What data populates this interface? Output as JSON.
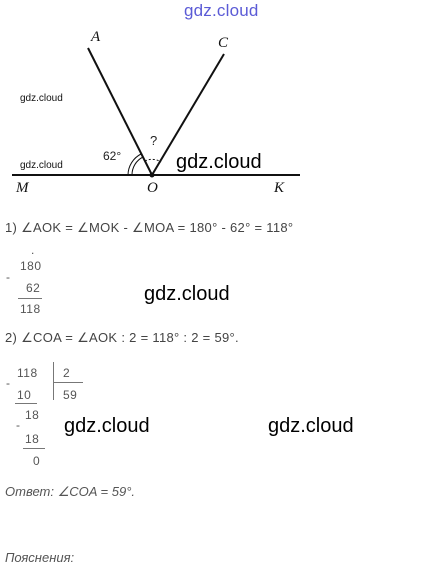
{
  "watermarks": {
    "top": "gdz.cloud",
    "small_1": "gdz.cloud",
    "small_2": "gdz.cloud",
    "big_1": "gdz.cloud",
    "big_2": "gdz.cloud",
    "big_3": "gdz.cloud",
    "big_4": "gdz.cloud"
  },
  "diagram": {
    "labels": {
      "A": "A",
      "C": "C",
      "M": "M",
      "O": "O",
      "K": "K"
    },
    "angle_given": "62°",
    "angle_unknown": "?"
  },
  "solution": {
    "step1": "1)  ∠AOK = ∠MOK - ∠MOA = 180° - 62° = 118°",
    "sub": {
      "minuend": "180",
      "subtrahend": "62",
      "result": "118",
      "minus": "-",
      "dot": "."
    },
    "step2": "2)  ∠COA = ∠AOK : 2 = 118° : 2 = 59°.",
    "div": {
      "dividend": "118",
      "divisor": "2",
      "quotient": "59",
      "row1": "10",
      "rem1": "18",
      "row2": "18",
      "rem2": "0",
      "minus1": "-",
      "minus2": "-"
    }
  },
  "answer": "Ответ: ∠COA = 59°.",
  "explanation_heading": "Пояснения:"
}
